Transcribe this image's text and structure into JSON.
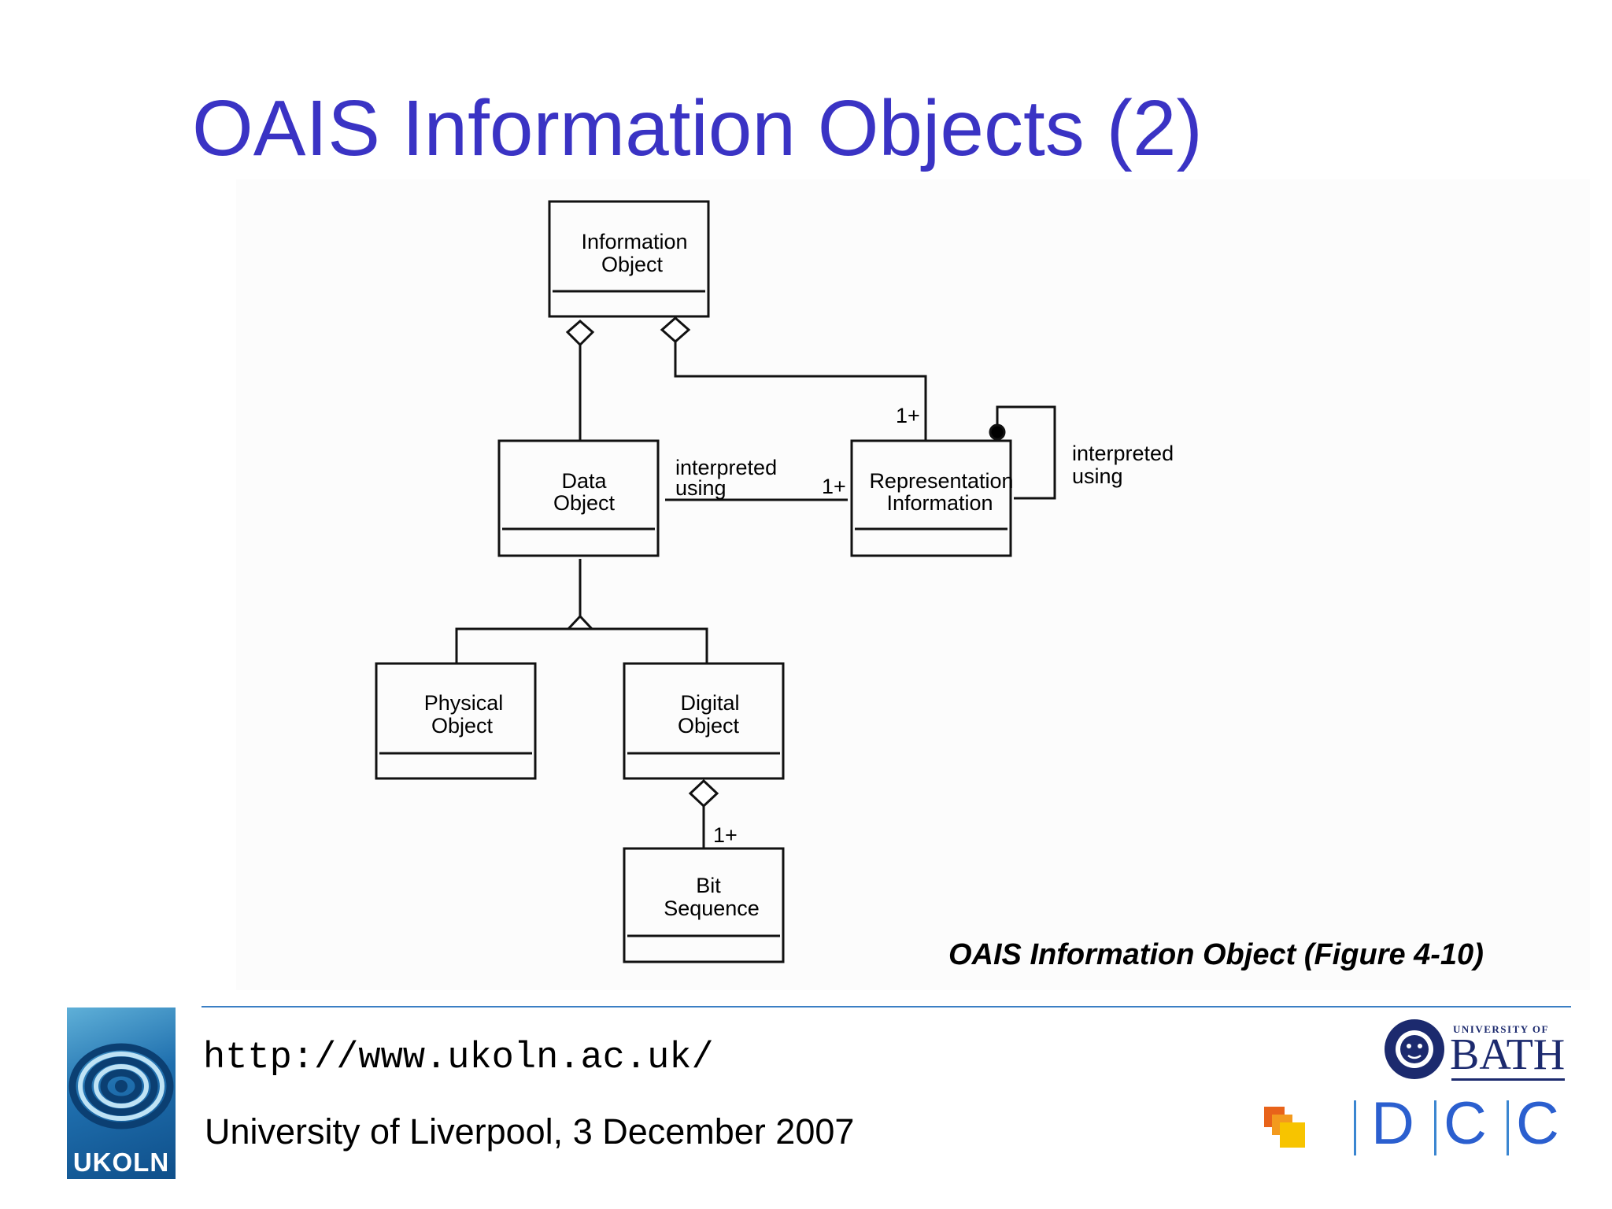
{
  "slide": {
    "title": "OAIS Information Objects (2)",
    "caption": "OAIS Information Object (Figure 4-10)"
  },
  "diagram": {
    "boxes": {
      "information_object": [
        "Information",
        "Object"
      ],
      "data_object": [
        "Data",
        "Object"
      ],
      "representation_information": [
        "Representation",
        "Information"
      ],
      "physical_object": [
        "Physical",
        "Object"
      ],
      "digital_object": [
        "Digital",
        "Object"
      ],
      "bit_sequence": [
        "Bit",
        "Sequence"
      ]
    },
    "labels": {
      "interpreted_using_1": [
        "interpreted",
        "using"
      ],
      "interpreted_using_2": [
        "interpreted",
        "using"
      ],
      "multiplicity_rep_top": "1+",
      "multiplicity_rep_left": "1+",
      "multiplicity_bits": "1+"
    }
  },
  "footer": {
    "url": "http://www.ukoln.ac.uk/",
    "event": "University of Liverpool, 3 December 2007",
    "ukoln_logo_text": "UKOLN",
    "bath_small": "UNIVERSITY OF",
    "bath_big": "BATH",
    "dcc_letters": [
      "D",
      "C",
      "C"
    ]
  },
  "colors": {
    "title": "#3a33c4",
    "rule": "#3b7fc4",
    "dcc": "#2b5fcf",
    "bath": "#1c2a6e"
  }
}
